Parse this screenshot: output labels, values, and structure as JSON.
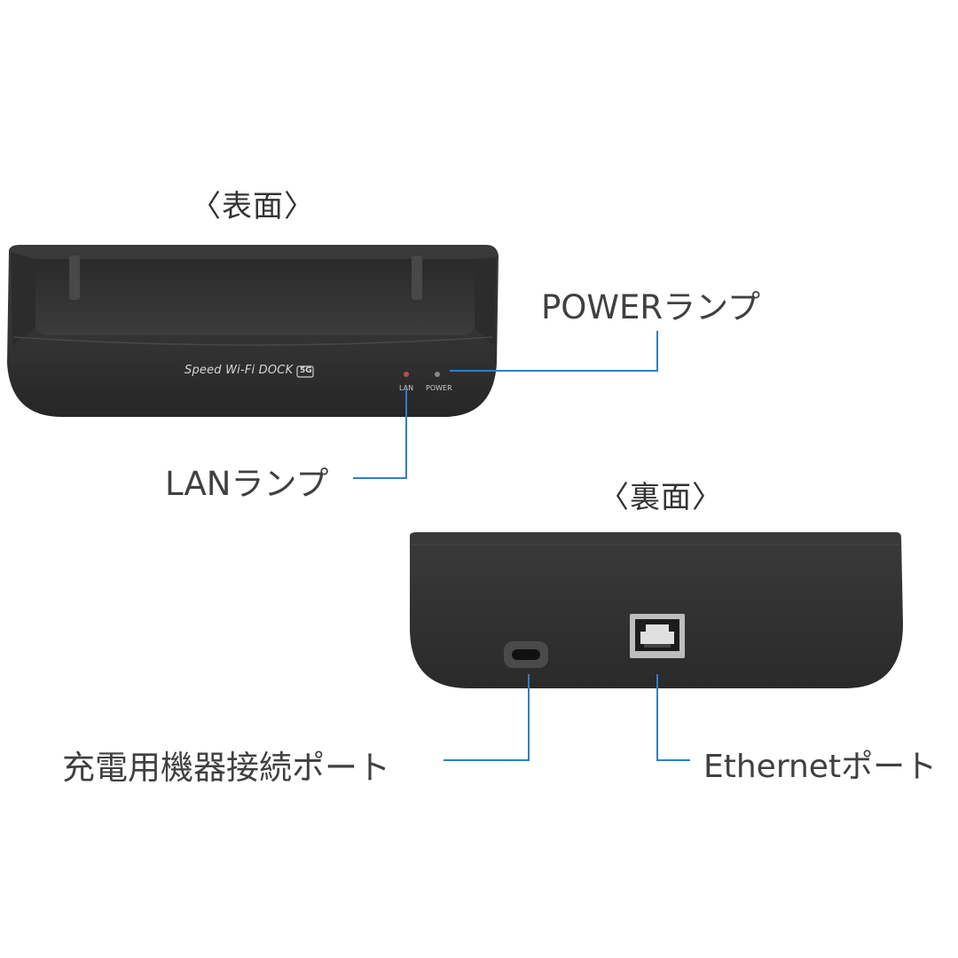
{
  "front": {
    "heading": "〈表面〉",
    "brand_text": "Speed Wi-Fi DOCK",
    "brand_badge": "5G",
    "lamp_labels": {
      "lan": "LAN",
      "power": "POWER"
    }
  },
  "back": {
    "heading": "〈裏面〉"
  },
  "callouts": {
    "power_lamp": "POWERランプ",
    "lan_lamp": "LANランプ",
    "charging_port": "充電用機器接続ポート",
    "ethernet_port": "Ethernetポート"
  },
  "colors": {
    "leader_line": "#2f7fc9",
    "device_body": "#333333",
    "background": "#ffffff"
  }
}
